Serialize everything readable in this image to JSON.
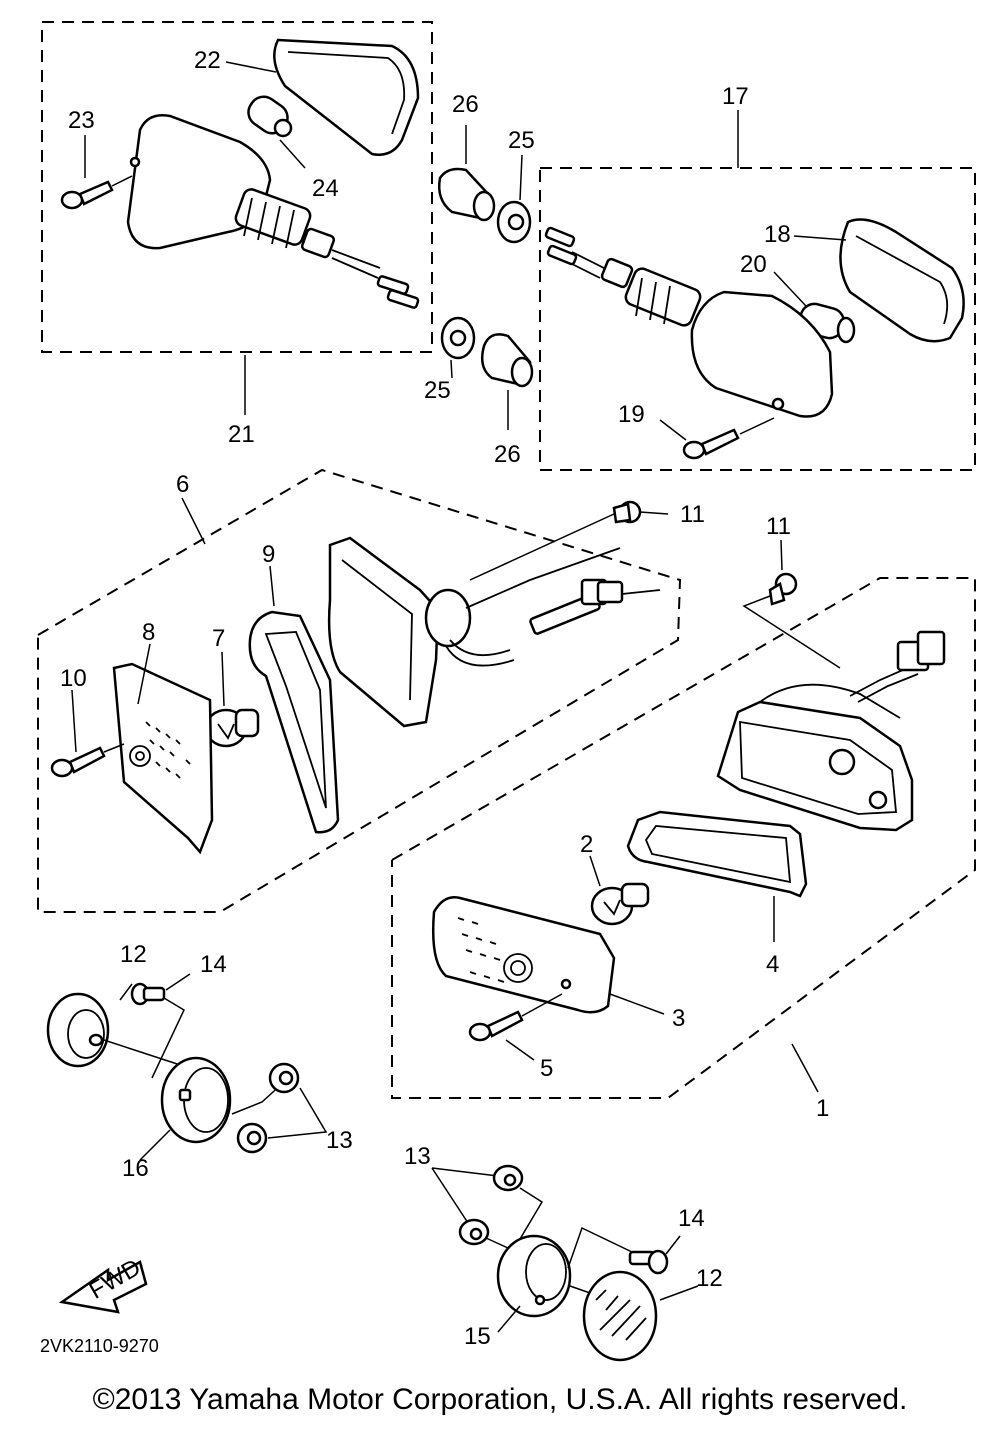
{
  "callouts": {
    "c1": "1",
    "c2": "2",
    "c3": "3",
    "c4": "4",
    "c5": "5",
    "c6": "6",
    "c7": "7",
    "c8": "8",
    "c9": "9",
    "c10": "10",
    "c11a": "11",
    "c11b": "11",
    "c12a": "12",
    "c12b": "12",
    "c13a": "13",
    "c13b": "13",
    "c14a": "14",
    "c14b": "14",
    "c15": "15",
    "c16": "16",
    "c17": "17",
    "c18": "18",
    "c19": "19",
    "c20": "20",
    "c21": "21",
    "c22": "22",
    "c23": "23",
    "c24": "24",
    "c25a": "25",
    "c25b": "25",
    "c26a": "26",
    "c26b": "26"
  },
  "fwd_label": "FWD",
  "diagram_code": "2VK2110-9270",
  "copyright": "©2013 Yamaha Motor Corporation, U.S.A. All rights reserved."
}
